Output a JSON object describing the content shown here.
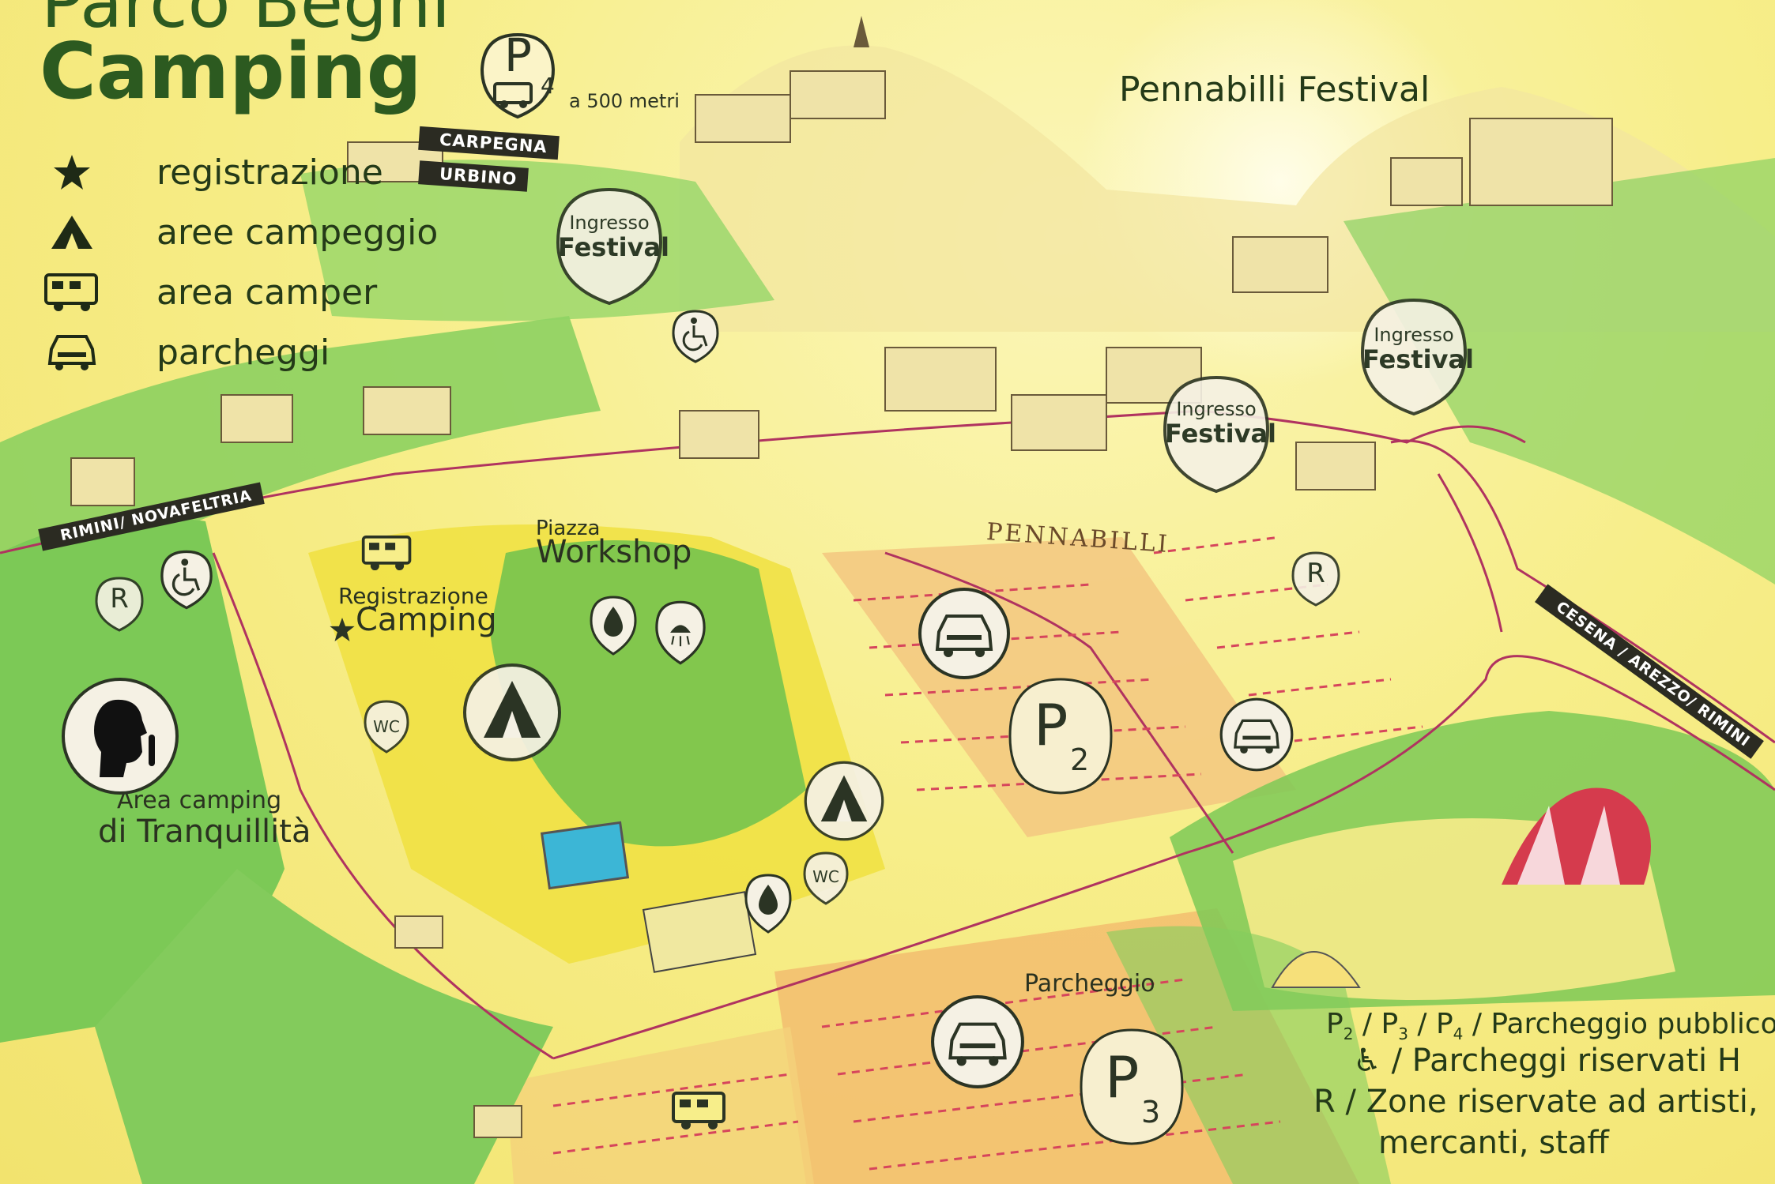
{
  "header": {
    "title_line1": "Parco Begni",
    "title_line2": "Camping",
    "top_parking_label": "P",
    "top_parking_number": "4",
    "top_parking_distance": "a 500 metri"
  },
  "legend": [
    {
      "icon": "star-icon",
      "label": "registrazione"
    },
    {
      "icon": "tent-icon",
      "label": "aree campeggio"
    },
    {
      "icon": "camper-icon",
      "label": "area camper"
    },
    {
      "icon": "car-icon",
      "label": "parcheggi"
    }
  ],
  "festival_title": "Pennabilli Festival",
  "town_label": "PENNABILLI",
  "road_signs": {
    "carpegna": "CARPEGNA",
    "urbino": "URBINO",
    "rimini_novafeltria": "RIMINI/ NOVAFELTRIA",
    "cesena_arezzo_rimini": "CESENA / AREZZO/ RIMINI"
  },
  "entrances": [
    {
      "line1": "Ingresso",
      "line2": "Festival"
    },
    {
      "line1": "Ingresso",
      "line2": "Festival"
    },
    {
      "line1": "Ingresso",
      "line2": "Festival"
    }
  ],
  "places": {
    "piazza_line1": "Piazza",
    "piazza_line2": "Workshop",
    "registration_line1": "Registrazione",
    "registration_line2": "Camping",
    "quiet_line1": "Area camping",
    "quiet_line2": "di Tranquillità",
    "parcheggio": "Parcheggio",
    "wc": "WC",
    "r_marker": "R"
  },
  "parking": {
    "p2_letter": "P",
    "p2_number": "2",
    "p3_letter": "P",
    "p3_number": "3"
  },
  "info_box": {
    "line1_p": "P",
    "line1_sub2": "2",
    "line1_sep": " / P",
    "line1_sub3": "3",
    "line1_sep2": " / P",
    "line1_sub4": "4",
    "line1_text": " / Parcheggio pubblico",
    "line2_text": " / Parcheggi riservati H",
    "line3_text": "R / Zone riservate ad artisti,",
    "line4_text": "mercanti, staff"
  },
  "colors": {
    "background": "#f7ee8a",
    "green": "#79c95a",
    "dark_green": "#3f9a3a",
    "orange_parking": "#f4c987",
    "road": "#b03360",
    "pin_fill": "#f5f1e4",
    "icon_dark": "#2b3424"
  }
}
